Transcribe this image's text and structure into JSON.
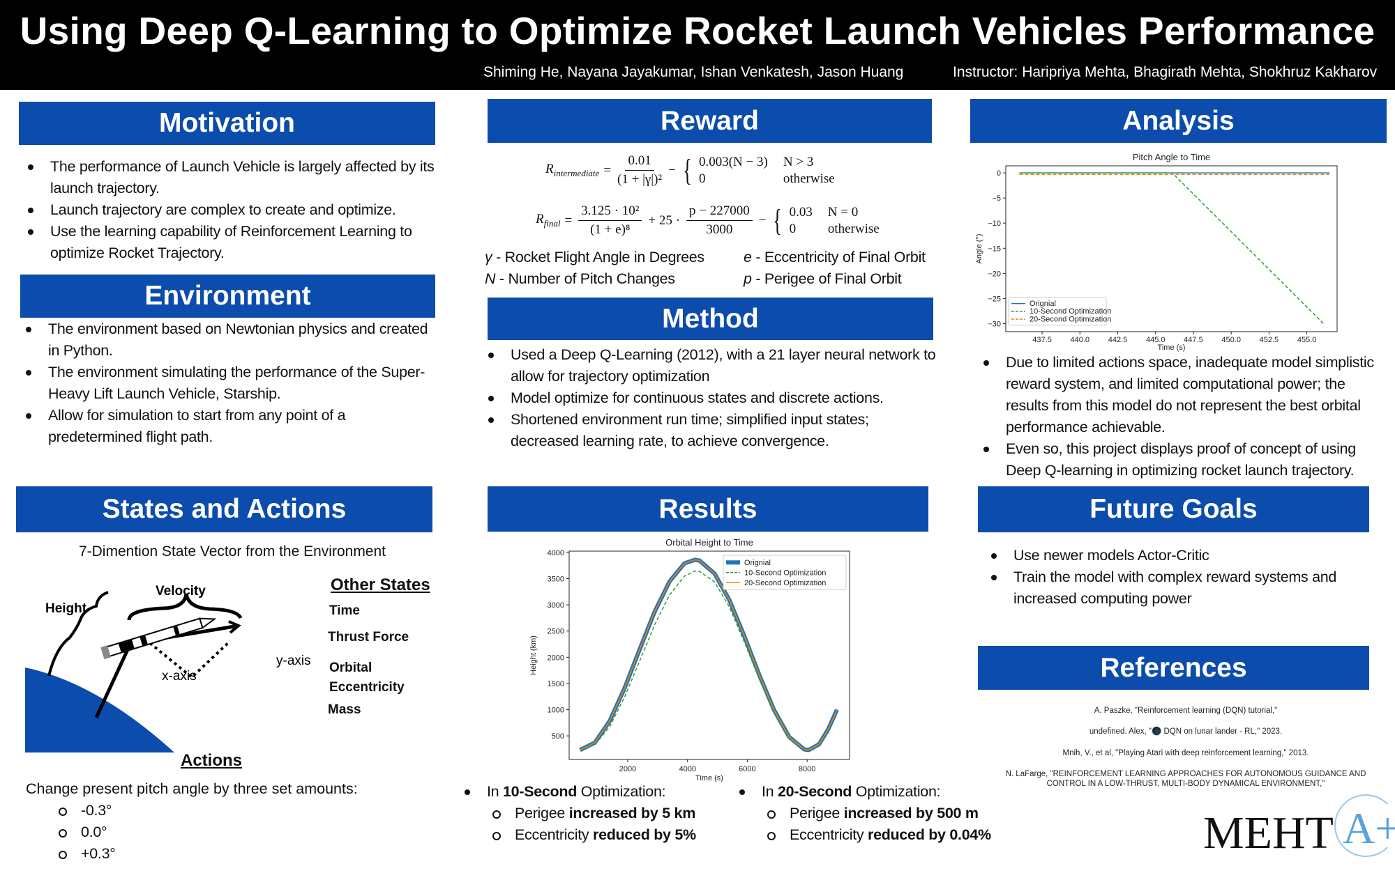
{
  "header": {
    "title": "Using Deep Q-Learning to Optimize Rocket Launch Vehicles Performance",
    "authors": "Shiming He, Nayana Jayakumar, Ishan Venkatesh, Jason Huang",
    "instructors": "Instructor: Haripriya Mehta, Bhagirath Mehta, Shokhruz Kakharov"
  },
  "motivation": {
    "title": "Motivation",
    "items": [
      "The performance of Launch Vehicle is largely affected by its launch trajectory.",
      "Launch trajectory are complex to create and optimize.",
      "Use the learning capability of Reinforcement Learning to optimize Rocket Trajectory."
    ]
  },
  "environment": {
    "title": "Environment",
    "items": [
      "The environment based on Newtonian physics and created in Python.",
      "The environment simulating the performance of the Super-Heavy Lift Launch Vehicle, Starship.",
      "Allow for simulation to start from any point of a predetermined flight path."
    ]
  },
  "states": {
    "title": "States and Actions",
    "subtitle": "7-Dimention State Vector from the Environment",
    "diagram": {
      "height": "Height",
      "velocity": "Velocity",
      "x_axis": "x-axis",
      "y_axis": "y-axis"
    },
    "other_title": "Other States",
    "other": [
      "Time",
      "Thrust Force",
      "Orbital",
      "Eccentricity",
      "Mass"
    ],
    "actions_title": "Actions",
    "actions_desc": "Change present pitch angle by three set amounts:",
    "actions": [
      "-0.3°",
      "0.0°",
      "+0.3°"
    ]
  },
  "reward": {
    "title": "Reward",
    "r_int": {
      "lhs": "R",
      "lhs_sub": "intermediate",
      "num": "0.01",
      "den": "(1 + |γ|)²",
      "case1": "0.003(N − 3)",
      "cond1": "N > 3",
      "case2": "0",
      "cond2": "otherwise"
    },
    "r_fin": {
      "lhs": "R",
      "lhs_sub": "final",
      "num1": "3.125 · 10²",
      "den1": "(1 + e)⁸",
      "mid": "+ 25 ·",
      "num2": "p − 227000",
      "den2": "3000",
      "case1": "0.03",
      "cond1": "N = 0",
      "case2": "0",
      "cond2": "otherwise"
    },
    "legend": [
      {
        "sym": "γ",
        "text": " - Rocket Flight Angle in Degrees"
      },
      {
        "sym": "e",
        "text": " - Eccentricity of Final Orbit"
      },
      {
        "sym": "N",
        "text": " - Number of Pitch Changes"
      },
      {
        "sym": "p",
        "text": " - Perigee of Final Orbit"
      }
    ]
  },
  "method": {
    "title": "Method",
    "items": [
      "Used a Deep Q-Learning (2012), with a 21 layer neural network to allow for trajectory optimization",
      "Model optimize for continuous states and discrete actions.",
      "Shortened environment run time; simplified input states; decreased learning rate, to achieve convergence."
    ]
  },
  "results": {
    "title": "Results",
    "left": {
      "pre": "In ",
      "bold": "10-Second",
      "post": " Optimization:",
      "subs": [
        {
          "a": "Perigee ",
          "b": "increased by 5 km"
        },
        {
          "a": "Eccentricity ",
          "b": "reduced by 5%"
        }
      ]
    },
    "right": {
      "pre": "In ",
      "bold": "20-Second",
      "post": " Optimization:",
      "subs": [
        {
          "a": "Perigee ",
          "b": "increased by 500 m"
        },
        {
          "a": "Eccentricity ",
          "b": "reduced by 0.04%"
        }
      ]
    }
  },
  "analysis": {
    "title": "Analysis",
    "items": [
      "Due to limited actions space, inadequate model simplistic reward system, and limited computational power; the results from this model do not represent the best orbital performance achievable.",
      "Even so, this project displays proof of concept of using Deep Q-learning in optimizing rocket launch trajectory."
    ]
  },
  "future": {
    "title": "Future Goals",
    "items": [
      "Use newer models Actor-Critic",
      "Train the model with complex reward systems and increased computing power"
    ]
  },
  "references": {
    "title": "References",
    "items": [
      "A. Paszke, \"Reinforcement learning (DQN) tutorial,\"",
      "undefined. Alex, \"🌑 DQN on lunar lander - RL,\" 2023.",
      "Mnih, V., et al, \"Playing Atari with deep reinforcement learning,\" 2013.",
      "N. LaFarge, \"REINFORCEMENT LEARNING APPROACHES FOR AUTONOMOUS GUIDANCE AND CONTROL IN A LOW-THRUST, MULTI-BODY DYNAMICAL ENVIRONMENT,\""
    ]
  },
  "logo": {
    "text": "MEHT",
    "accent": "A+"
  },
  "colors": {
    "header_blue": "#0b4cac",
    "original": "#1f77b4",
    "ten": "#2ca02c",
    "twenty": "#ff7f0e"
  },
  "chart_data": [
    {
      "id": "orbital",
      "type": "line",
      "title": "Orbital Height to Time",
      "xlabel": "Time (s)",
      "ylabel": "Height (km)",
      "xlim": [
        40,
        9420
      ],
      "ylim": [
        50,
        4025
      ],
      "xticks": [
        2000,
        4000,
        6000,
        8000
      ],
      "yticks": [
        500,
        1000,
        1500,
        2000,
        2500,
        3000,
        3500,
        4000
      ],
      "legend_position": "top-right",
      "x": [
        400,
        900,
        1400,
        1900,
        2400,
        2900,
        3400,
        3900,
        4250,
        4400,
        4900,
        5400,
        5900,
        6400,
        6900,
        7400,
        7900,
        8050,
        8400,
        8700,
        9000
      ],
      "series": [
        {
          "name": "Orignial",
          "style": "solid-thick",
          "color": "#1f77b4",
          "values": [
            230,
            370,
            789,
            1419,
            2152,
            2869,
            3448,
            3793,
            3860,
            3845,
            3600,
            3092,
            2404,
            1662,
            987,
            480,
            243,
            230,
            340,
            620,
            1000
          ]
        },
        {
          "name": "10-Second Optimization",
          "style": "dashed",
          "color": "#2ca02c",
          "values": [
            230,
            330,
            680,
            1250,
            1930,
            2620,
            3190,
            3550,
            3645,
            3640,
            3440,
            2960,
            2290,
            1580,
            930,
            450,
            240,
            225,
            320,
            600,
            990
          ]
        },
        {
          "name": "20-Second Optimization",
          "style": "solid",
          "color": "#ff7f0e",
          "values": [
            230,
            370,
            789,
            1419,
            2152,
            2869,
            3448,
            3793,
            3860,
            3845,
            3600,
            3092,
            2404,
            1662,
            987,
            480,
            243,
            230,
            340,
            620,
            1000
          ]
        }
      ]
    },
    {
      "id": "pitch",
      "type": "line",
      "title": "Pitch Angle to Time",
      "xlabel": "Time (s)",
      "ylabel": "Angle (°)",
      "xlim": [
        435.1,
        457.0
      ],
      "ylim": [
        -31.6,
        1.4
      ],
      "xticks": [
        437.5,
        440.0,
        442.5,
        445.0,
        447.5,
        450.0,
        452.5,
        455.0
      ],
      "yticks": [
        0,
        -5,
        -10,
        -15,
        -20,
        -25,
        -30
      ],
      "legend_position": "bottom-left",
      "series": [
        {
          "name": "Orignial",
          "style": "solid",
          "color": "#1f77b4",
          "x": [
            436,
            456.5
          ],
          "values": [
            0,
            0
          ]
        },
        {
          "name": "10-Second Optimization",
          "style": "dashed",
          "color": "#2ca02c",
          "x": [
            436,
            446.1,
            456.1
          ],
          "values": [
            0,
            0,
            -30
          ]
        },
        {
          "name": "20-Second Optimization",
          "style": "dashed",
          "color": "#ff7f0e",
          "x": [
            436,
            456.5
          ],
          "values": [
            -0.3,
            -0.3
          ]
        }
      ]
    }
  ]
}
